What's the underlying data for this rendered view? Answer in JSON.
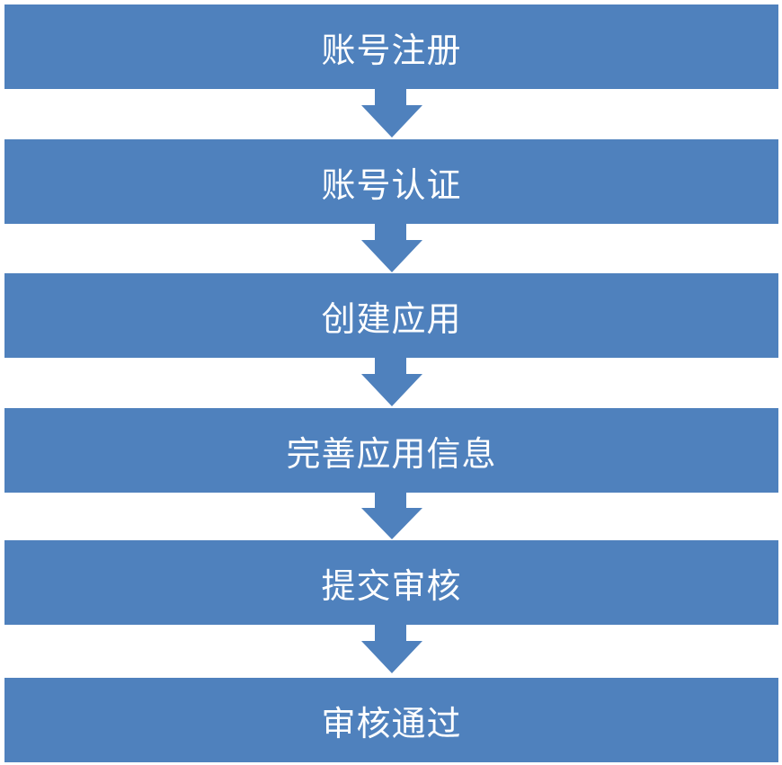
{
  "diagram": {
    "steps": [
      {
        "label": "账号注册"
      },
      {
        "label": "账号认证"
      },
      {
        "label": "创建应用"
      },
      {
        "label": "完善应用信息"
      },
      {
        "label": "提交审核"
      },
      {
        "label": "审核通过"
      }
    ],
    "colors": {
      "box": "#4f81bd",
      "text": "#ffffff"
    }
  }
}
